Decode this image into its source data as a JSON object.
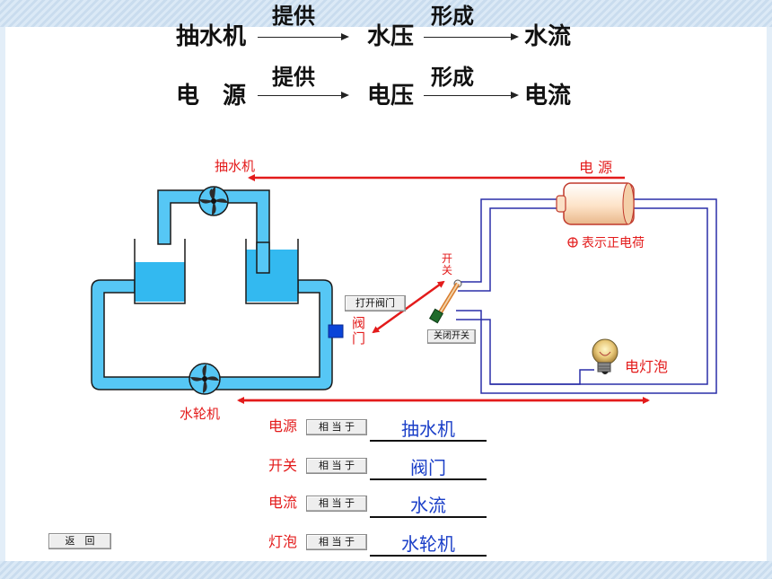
{
  "header": {
    "row1": {
      "left": "抽水机",
      "arrow_label_1": "提供",
      "middle": "水压",
      "arrow_label_2": "形成",
      "right": "水流"
    },
    "row2": {
      "left": "电　源",
      "arrow_label_1": "提供",
      "middle": "电压",
      "arrow_label_2": "形成",
      "right": "电流"
    }
  },
  "diagram": {
    "pump_label": "抽水机",
    "turbine_label": "水轮机",
    "power_label": "电 源",
    "charge_legend_symbol": "⊕",
    "charge_legend": "表示正电荷",
    "switch_label": "开关",
    "valve_label": "阀门",
    "bulb_label": "电灯泡",
    "open_valve_button": "打开阀门",
    "close_switch_button": "关闭开关"
  },
  "equivalences": [
    {
      "term": "电源",
      "button": "相 当 于",
      "answer": "抽水机"
    },
    {
      "term": "开关",
      "button": "相 当 于",
      "answer": "阀门"
    },
    {
      "term": "电流",
      "button": "相 当 于",
      "answer": "水流"
    },
    {
      "term": "灯泡",
      "button": "相 当 于",
      "answer": "水轮机"
    }
  ],
  "back_button": "返　回",
  "colors": {
    "water": "#33b9f0",
    "pipe": "#56c7f5",
    "wire": "#2a2fa8",
    "annotation": "#e31b1b",
    "answer": "#1b3fc8"
  }
}
